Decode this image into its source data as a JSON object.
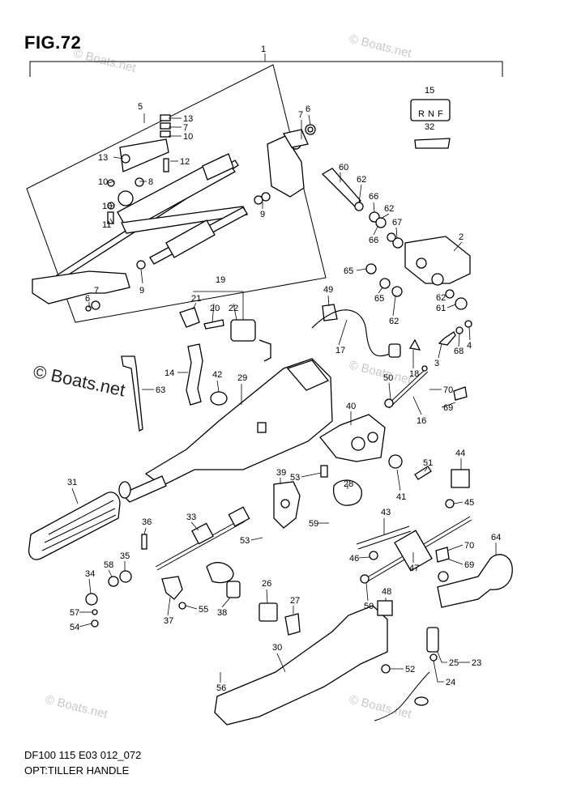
{
  "figure": {
    "title": "FIG.72",
    "footer_code": "DF100 115 E03 012_072",
    "footer_caption": "OPT:TILLER HANDLE"
  },
  "watermarks": {
    "main": "© Boats.net",
    "faint": "© Boats.net"
  },
  "callouts": [
    {
      "label": "1"
    },
    {
      "label": "5"
    },
    {
      "label": "13"
    },
    {
      "label": "7"
    },
    {
      "label": "10"
    },
    {
      "label": "13"
    },
    {
      "label": "12"
    },
    {
      "label": "10"
    },
    {
      "label": "8"
    },
    {
      "label": "10"
    },
    {
      "label": "11"
    },
    {
      "label": "7"
    },
    {
      "label": "6"
    },
    {
      "label": "9"
    },
    {
      "label": "9"
    },
    {
      "label": "6"
    },
    {
      "label": "7"
    },
    {
      "label": "15"
    },
    {
      "label": "32"
    },
    {
      "label": "60"
    },
    {
      "label": "62"
    },
    {
      "label": "66"
    },
    {
      "label": "62"
    },
    {
      "label": "66"
    },
    {
      "label": "67"
    },
    {
      "label": "2"
    },
    {
      "label": "65"
    },
    {
      "label": "65"
    },
    {
      "label": "62"
    },
    {
      "label": "62"
    },
    {
      "label": "61"
    },
    {
      "label": "19"
    },
    {
      "label": "21"
    },
    {
      "label": "20"
    },
    {
      "label": "22"
    },
    {
      "label": "49"
    },
    {
      "label": "17"
    },
    {
      "label": "3"
    },
    {
      "label": "68"
    },
    {
      "label": "4"
    },
    {
      "label": "18"
    },
    {
      "label": "14"
    },
    {
      "label": "42"
    },
    {
      "label": "29"
    },
    {
      "label": "63"
    },
    {
      "label": "50"
    },
    {
      "label": "70"
    },
    {
      "label": "69"
    },
    {
      "label": "16"
    },
    {
      "label": "40"
    },
    {
      "label": "31"
    },
    {
      "label": "39"
    },
    {
      "label": "53"
    },
    {
      "label": "28"
    },
    {
      "label": "41"
    },
    {
      "label": "51"
    },
    {
      "label": "44"
    },
    {
      "label": "45"
    },
    {
      "label": "43"
    },
    {
      "label": "59"
    },
    {
      "label": "36"
    },
    {
      "label": "33"
    },
    {
      "label": "53"
    },
    {
      "label": "64"
    },
    {
      "label": "70"
    },
    {
      "label": "46"
    },
    {
      "label": "69"
    },
    {
      "label": "47"
    },
    {
      "label": "34"
    },
    {
      "label": "58"
    },
    {
      "label": "35"
    },
    {
      "label": "57"
    },
    {
      "label": "54"
    },
    {
      "label": "37"
    },
    {
      "label": "55"
    },
    {
      "label": "38"
    },
    {
      "label": "26"
    },
    {
      "label": "27"
    },
    {
      "label": "50"
    },
    {
      "label": "48"
    },
    {
      "label": "30"
    },
    {
      "label": "25"
    },
    {
      "label": "23"
    },
    {
      "label": "52"
    },
    {
      "label": "24"
    },
    {
      "label": "56"
    }
  ],
  "shift_label": {
    "left": "R",
    "mid": "N",
    "right": "F"
  }
}
